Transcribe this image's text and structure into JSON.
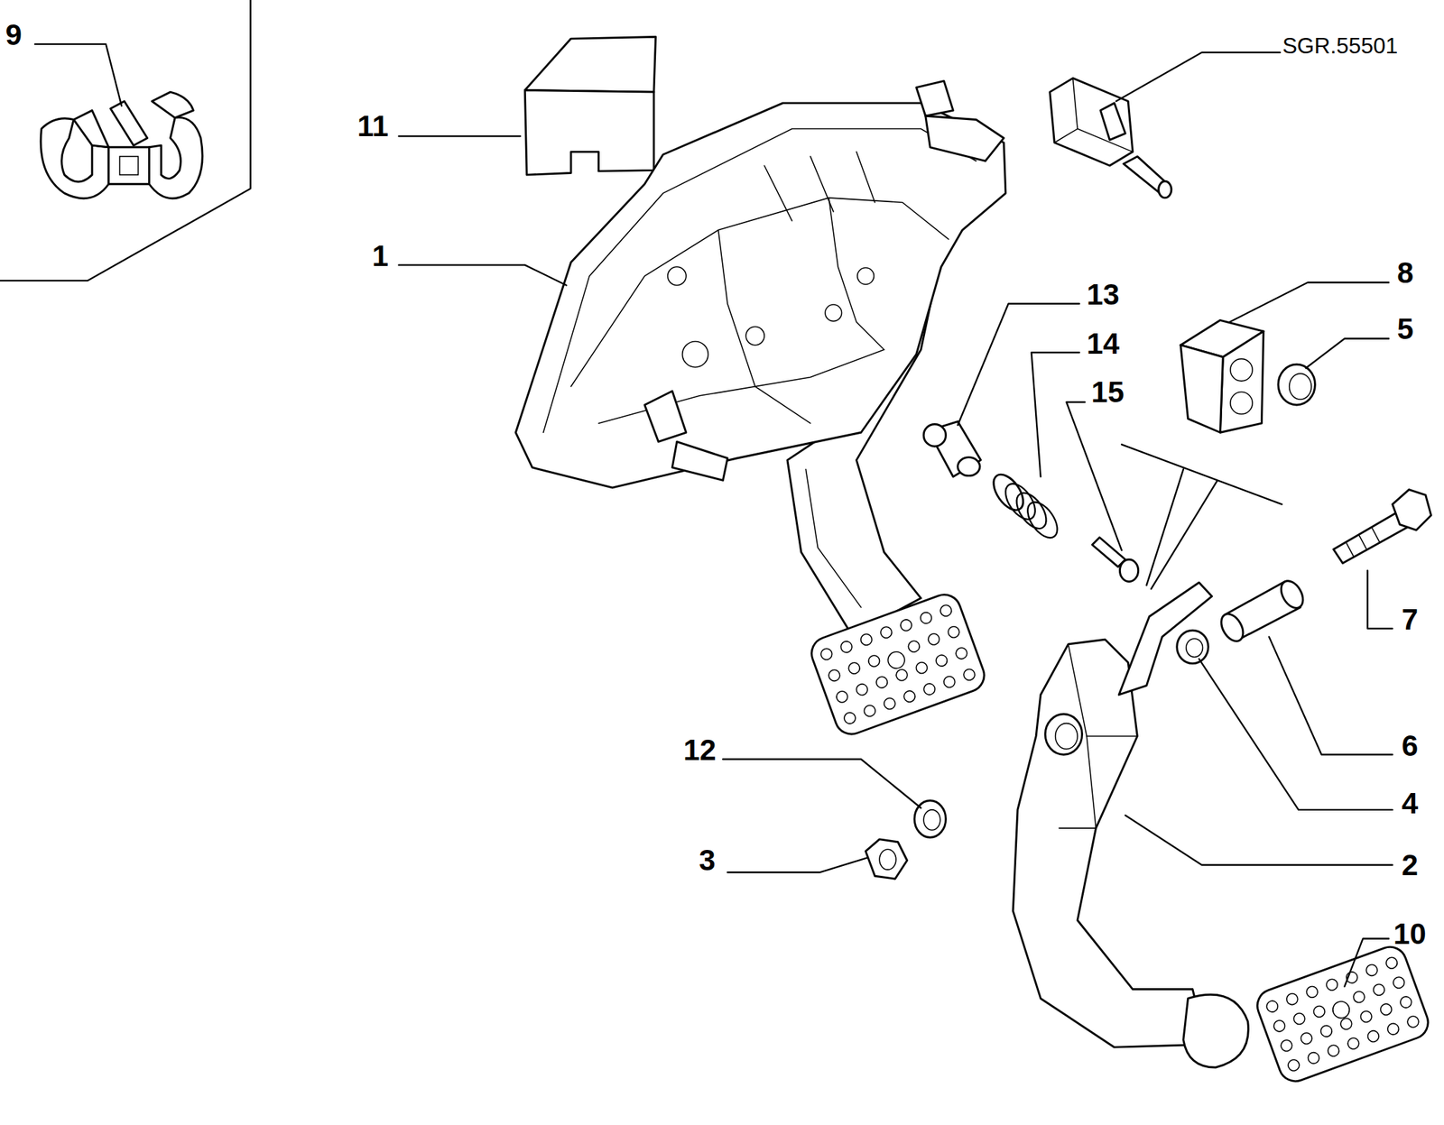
{
  "diagram": {
    "labels": [
      "9",
      "11",
      "SGR.55501",
      "1",
      "13",
      "14",
      "15",
      "8",
      "5",
      "7",
      "6",
      "4",
      "2",
      "10",
      "12",
      "3"
    ]
  }
}
